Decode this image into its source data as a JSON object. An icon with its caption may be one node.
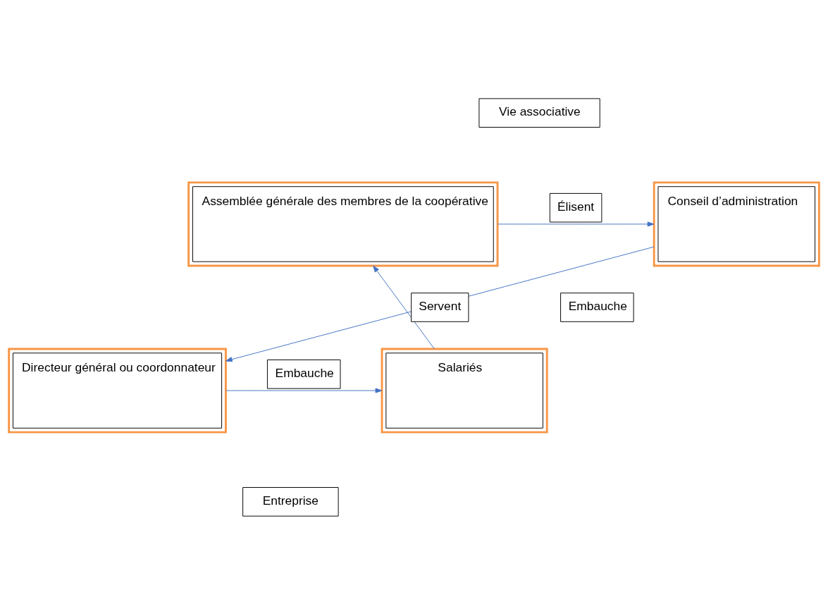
{
  "diagram": {
    "nodes": [
      {
        "text": [
          "Vie associative"
        ]
      },
      {
        "text": [
          "Assemblée générale des membres de la coopérative"
        ]
      },
      {
        "text": [
          "Conseil d’administration"
        ]
      },
      {
        "text": [
          "Salariés"
        ]
      },
      {
        "text": [
          "Directeur général ou coordonnateur"
        ]
      },
      {
        "text": [
          "Entreprise"
        ]
      }
    ],
    "edges": [
      {
        "from": 1,
        "to": 2,
        "arrow": "to",
        "label": "Élisent"
      },
      {
        "from": 2,
        "to": 4,
        "arrow": "to",
        "label": "Embauche"
      },
      {
        "from": 4,
        "to": 3,
        "arrow": "to",
        "label": "Embauche"
      },
      {
        "from": 3,
        "to": 1,
        "arrow": "to",
        "label": "Servent"
      }
    ]
  }
}
